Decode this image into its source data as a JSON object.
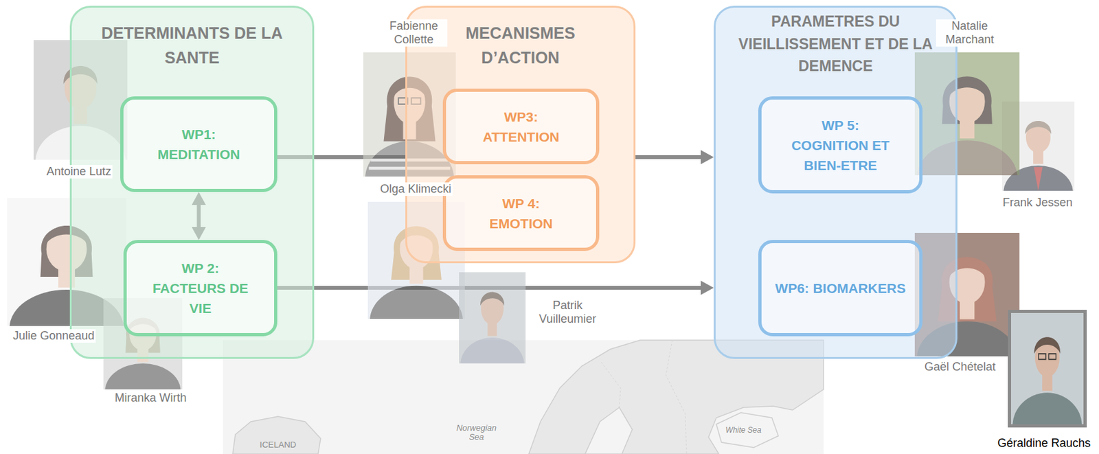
{
  "diagram": {
    "nodes": [
      {
        "text": [
          "DETERMINANTS DE LA SANTE"
        ]
      },
      {
        "text": [
          "WP1: MEDITATION"
        ],
        "in": 0
      },
      {
        "text": [
          "WP 2: FACTEURS DE VIE"
        ],
        "in": 0
      },
      {
        "text": [
          "MECANISMES D’ACTION"
        ]
      },
      {
        "text": [
          "WP3: ATTENTION"
        ],
        "in": 3
      },
      {
        "text": [
          "WP 4: EMOTION"
        ],
        "in": 3
      },
      {
        "text": [
          "PARAMETRES DU VIEILLISSEMENT ET DE LA DEMENCE"
        ]
      },
      {
        "text": [
          "WP 5: COGNITION ET BIEN-ETRE"
        ],
        "in": 6
      },
      {
        "text": [
          "WP6: BIOMARKERS"
        ],
        "in": 6
      }
    ],
    "edges": [
      {
        "from": 1,
        "to": 2,
        "arrow": "both"
      },
      {
        "from": 1,
        "to": 3,
        "arrow": "none"
      },
      {
        "from": 3,
        "to": 6,
        "arrow": "to"
      },
      {
        "from": 2,
        "to": 6,
        "arrow": "to"
      }
    ],
    "labels": [
      "Fabienne Collette",
      "Natalie Marchant",
      "Antoine Lutz",
      "Olga Klimecki",
      "Frank Jessen",
      "Julie Gonneaud",
      "Patrik Vuilleumier",
      "Miranka Wirth",
      "Gaël Chételat",
      "Géraldine Rauchs",
      "ICELAND",
      "Norwegian Sea",
      "White Sea"
    ]
  }
}
